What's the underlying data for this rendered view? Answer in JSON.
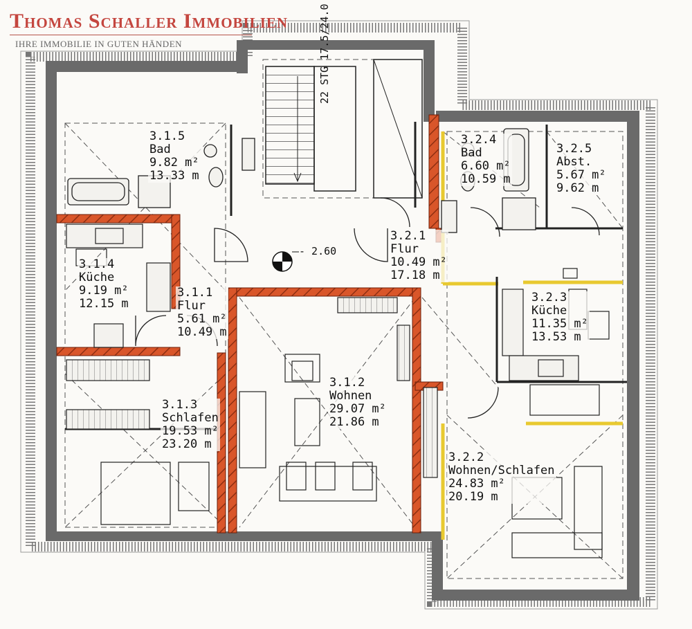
{
  "header": {
    "brand": "Thomas Schaller Immobilien",
    "slogan": "IHRE IMMOBILIE IN GUTEN HÄNDEN"
  },
  "colors": {
    "accent": "#c4463f",
    "wall": "#6a6a6a",
    "brick": "#d9562a",
    "marker": "#e8c930"
  },
  "stair": {
    "label": "22 STG",
    "dimension": "17.5/24.0"
  },
  "level": "- 2.60",
  "rooms": {
    "r315": {
      "id": "3.1.5",
      "name": "Bad",
      "area": "9.82 m²",
      "perimeter": "13.33 m"
    },
    "r314": {
      "id": "3.1.4",
      "name": "Küche",
      "area": "9.19 m²",
      "perimeter": "12.15 m"
    },
    "r311": {
      "id": "3.1.1",
      "name": "Flur",
      "area": "5.61 m²",
      "perimeter": "10.49 m"
    },
    "r313": {
      "id": "3.1.3",
      "name": "Schlafen",
      "area": "19.53 m²",
      "perimeter": "23.20 m"
    },
    "r312": {
      "id": "3.1.2",
      "name": "Wohnen",
      "area": "29.07 m²",
      "perimeter": "21.86 m"
    },
    "r321": {
      "id": "3.2.1",
      "name": "Flur",
      "area": "10.49 m²",
      "perimeter": "17.18 m"
    },
    "r324": {
      "id": "3.2.4",
      "name": "Bad",
      "area": "6.60 m²",
      "perimeter": "10.59 m"
    },
    "r325": {
      "id": "3.2.5",
      "name": "Abst.",
      "area": "5.67 m²",
      "perimeter": "9.62 m"
    },
    "r323": {
      "id": "3.2.3",
      "name": "Küche",
      "area": "11.35 m²",
      "perimeter": "13.53 m"
    },
    "r322": {
      "id": "3.2.2",
      "name": "Wohnen/Schlafen",
      "area": "24.83 m²",
      "perimeter": "20.19 m"
    }
  }
}
